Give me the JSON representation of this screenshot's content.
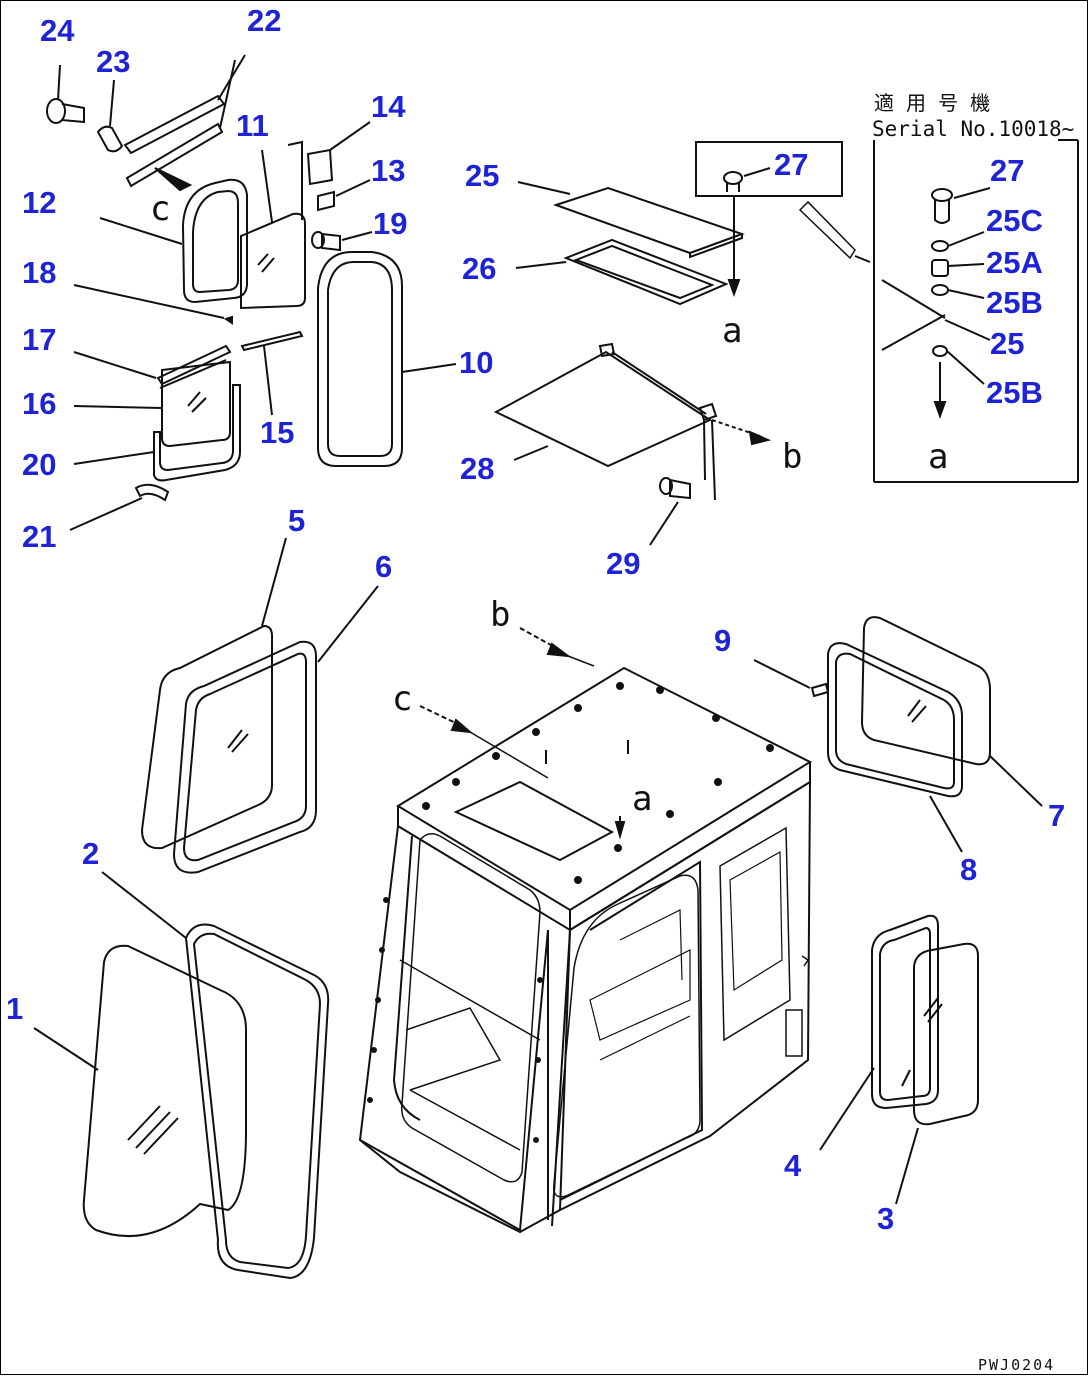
{
  "callouts": {
    "c1": "1",
    "c2": "2",
    "c3": "3",
    "c4": "4",
    "c5": "5",
    "c6": "6",
    "c7": "7",
    "c8": "8",
    "c9": "9",
    "c10": "10",
    "c11": "11",
    "c12": "12",
    "c13": "13",
    "c14": "14",
    "c15": "15",
    "c16": "16",
    "c17": "17",
    "c18": "18",
    "c19": "19",
    "c20": "20",
    "c21": "21",
    "c22": "22",
    "c23": "23",
    "c24": "24",
    "c25": "25",
    "c26": "26",
    "c27": "27",
    "c28": "28",
    "c29": "29"
  },
  "inset": {
    "title_jp": "適 用 号 機",
    "serial": "Serial No.10018~",
    "c27": "27",
    "c25c": "25C",
    "c25a": "25A",
    "c25b1": "25B",
    "c25": "25",
    "c25b2": "25B",
    "ref_a": "a"
  },
  "refs": {
    "a": "a",
    "b": "b",
    "c": "c"
  },
  "footer": {
    "code": "PWJ0204"
  }
}
